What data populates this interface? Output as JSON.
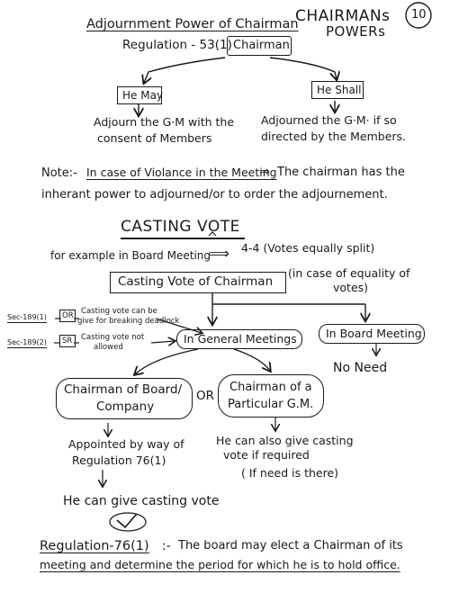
{
  "page_number": "10",
  "header": {
    "title": "Adjournment Power of Chairman",
    "side_note_line1": "CHAIRMANs",
    "side_note_line2": "POWERs"
  },
  "regulation_ref": "Regulation - 53(1)",
  "chairman_label": "Chairman",
  "branches": {
    "may": {
      "label": "He May",
      "line1": "Adjourn the G·M with the",
      "line2": "consent of Members"
    },
    "shall": {
      "label": "He Shall",
      "line1": "Adjourned the G·M· if so",
      "line2": "directed by the Members."
    }
  },
  "note": {
    "prefix": "Note:-",
    "underlined": "In case of Violance in the Meeting",
    "arrow": "⇒",
    "line1_rest": "The chairman has the",
    "line2": "inherant power to adjourned/or to order the adjournement."
  },
  "casting": {
    "heading": "CASTING VOTE",
    "example_text": "for example in Board Meeting",
    "example_arrow": "⟹",
    "example_result": "4-4 (Votes equally split)",
    "box_label": "Casting Vote of Chairman",
    "box_note_line1": "(in case of equality of",
    "box_note_line2": "votes)",
    "sec_189_1": "Sec-189(1)",
    "or_label": "OR",
    "or_note_line1": "Casting vote can be",
    "or_note_line2": "give for breaking deadlock",
    "sec_189_2": "Sec-189(2)",
    "sr_label": "SR",
    "sr_note_line1": "Casting vote not",
    "sr_note_line2": "allowed",
    "general_meetings": "In General Meetings",
    "board_meeting": "In Board Meeting",
    "no_need": "No Need",
    "chairman_board_line1": "Chairman of Board/",
    "chairman_board_line2": "Company",
    "or_connector": "OR",
    "chairman_gm_line1": "Chairman of a",
    "chairman_gm_line2": "Particular G.M.",
    "appointed_line1": "Appointed by way of",
    "appointed_line2": "Regulation 76(1)",
    "can_also_line1": "He can also give casting",
    "can_also_line2": "vote if required",
    "can_also_line3": "( If need is there)",
    "can_give": "He can give casting vote"
  },
  "footer": {
    "ref": "Regulation-76(1)",
    "colon": ":-",
    "line1": "The board may elect a Chairman of its",
    "line2": "meeting and determine the period for which he is to hold office."
  }
}
